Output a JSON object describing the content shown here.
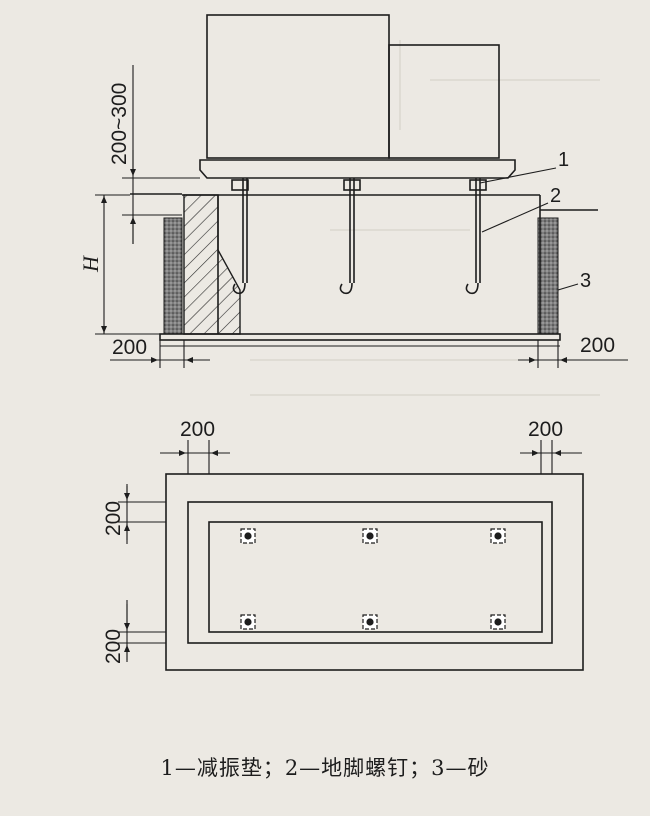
{
  "section_view": {
    "dim_gap": "200~300",
    "dim_height": "H",
    "dim_left_bottom": "200",
    "dim_right_bottom": "200",
    "callouts": [
      "1",
      "2",
      "3"
    ]
  },
  "plan_view": {
    "dim_top_left": "200",
    "dim_top_right": "200",
    "dim_left_upper": "200",
    "dim_left_lower": "200",
    "bolt_rows": 2,
    "bolt_cols": 3
  },
  "caption": "1—减振垫；2—地脚螺钉；3—砂",
  "colors": {
    "ink": "#1d1d1d",
    "paper": "#ece9e3",
    "hatch": "#5a5a5a"
  }
}
